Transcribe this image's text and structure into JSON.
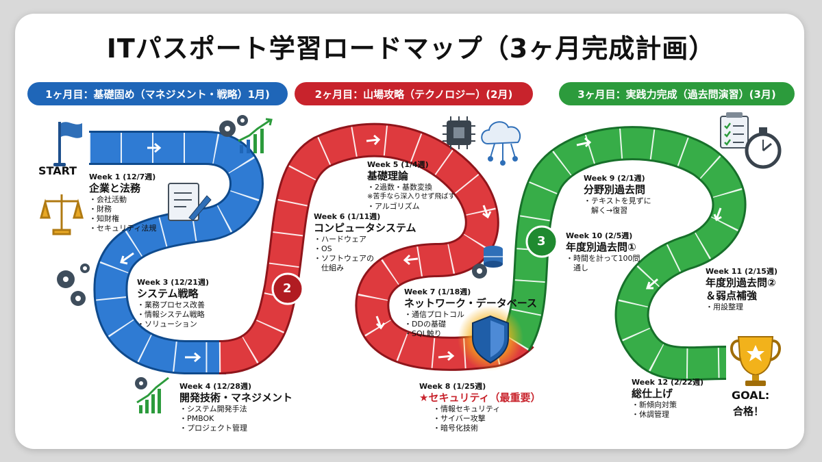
{
  "title": "ITパスポート学習ロードマップ（3ヶ月完成計画）",
  "phases": [
    {
      "label": "1ヶ月目：基礎固め（マネジメント・戦略）1月)",
      "color": "#1f66b8"
    },
    {
      "label": "2ヶ月目：山場攻略（テクノロジー）(2月)",
      "color": "#c8232c"
    },
    {
      "label": "3ヶ月目：実践力完成（過去問演習）(3月)",
      "color": "#2c9b3c"
    }
  ],
  "start_label": "START",
  "goal_label": "GOAL:",
  "goal_sub": "合格！",
  "milestones": [
    "2",
    "3"
  ],
  "weeks": [
    {
      "header": "Week 1 (12/7週)",
      "title": "企業と法務",
      "items": [
        "・会社活動",
        "・財務",
        "・知財権",
        "・セキュリティ法規"
      ]
    },
    {
      "header": "Week 3 (12/21週)",
      "title": "システム戦略",
      "items": [
        "・業務プロセス改善",
        "・情報システム戦略",
        "・ソリューション"
      ]
    },
    {
      "header": "Week 4 (12/28週)",
      "title": "開発技術・マネジメント",
      "items": [
        "・システム開発手法",
        "・PMBOK",
        "・プロジェクト管理"
      ]
    },
    {
      "header": "Week 5 (1/4週)",
      "title": "基礎理論",
      "items": [
        "・2過数・基数変換",
        "※苦手なら深入りせず飛ばす",
        "・アルゴリズム"
      ]
    },
    {
      "header": "Week 6 (1/11週)",
      "title": "コンピュータシステム",
      "items": [
        "・ハードウェア",
        "・OS",
        "・ソフトウェアの",
        "　仕組み"
      ]
    },
    {
      "header": "Week 7 (1/18週)",
      "title": "ネットワーク・データベース",
      "items": [
        "・通信プロトコル",
        "・DDの基礎",
        "・SQL触り"
      ]
    },
    {
      "header": "Week 8 (1/25週)",
      "title": "★セキュリティ（最重要）",
      "items": [
        "・情報セキュリティ",
        "・サイバー攻撃",
        "・暗号化技術"
      ]
    },
    {
      "header": "Week 9 (2/1週)",
      "title": "分野別過去問",
      "items": [
        "・テキストを見ずに",
        "　解く→復習"
      ]
    },
    {
      "header": "Week 10 (2/5週)",
      "title": "年度別過去問①",
      "items": [
        "・時間を計って100問",
        "　通し"
      ]
    },
    {
      "header": "Week 11 (2/15週)",
      "title": "年度別過去問②",
      "title2": "＆弱点補強",
      "items": [
        "・用設整理"
      ]
    },
    {
      "header": "Week 12 (2/22週)",
      "title": "総仕上げ",
      "items": [
        "・新傾向対策",
        "・休調管理"
      ]
    }
  ],
  "icons": [
    "flag-icon",
    "gears-icon",
    "growth-chart-icon",
    "document-pen-icon",
    "scales-icon",
    "cpu-chip-icon",
    "cloud-network-icon",
    "database-gear-icon",
    "shield-icon",
    "checklist-icon",
    "stopwatch-icon",
    "trophy-icon"
  ],
  "colors": {
    "blue": "#1f66b8",
    "red": "#c8232c",
    "green": "#2c9b3c",
    "gold": "#f2b21b"
  }
}
